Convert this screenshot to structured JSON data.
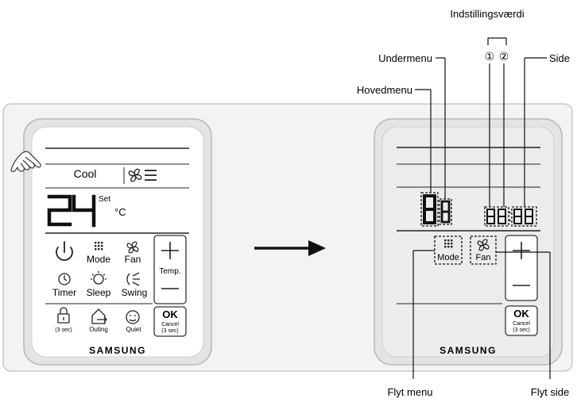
{
  "callouts": {
    "setting_value": "Indstillingsværdi",
    "setting_value_1": "①",
    "setting_value_2": "②",
    "submenu": "Undermenu",
    "side": "Side",
    "main_menu": "Hovedmenu",
    "move_menu": "Flyt menu",
    "move_side": "Flyt side"
  },
  "left_remote": {
    "mode_display": "Cool",
    "temperature": "24",
    "set_label": "Set",
    "unit": "°C",
    "buttons": {
      "mode": "Mode",
      "fan": "Fan",
      "temp": "Temp.",
      "timer": "Timer",
      "sleep": "Sleep",
      "swing": "Swing",
      "lock_hint": "(3 sec)",
      "outing": "Outing",
      "quiet": "Quiet",
      "ok": "OK",
      "cancel": "Cancel",
      "cancel_hint": "(3 sec)"
    },
    "brand": "SAMSUNG"
  },
  "right_remote": {
    "main_digit": "8",
    "sub_digit": "8",
    "setting_digits": "88",
    "side_digits": "88",
    "buttons": {
      "mode": "Mode",
      "fan": "Fan",
      "ok": "OK",
      "cancel": "Cancel",
      "cancel_hint": "(3 sec)"
    },
    "brand": "SAMSUNG"
  },
  "colors": {
    "panel_bg": "#f2f2f2",
    "panel_border": "#c9c9c9",
    "remote_body": "#ececec",
    "screen": "#ffffff",
    "ink": "#1a1a1a",
    "highlight_box": "#1a1a1a"
  },
  "icons": [
    "hand-pointer-icon",
    "fan-icon",
    "menu-lines-icon",
    "power-icon",
    "mode-grid-icon",
    "timer-icon",
    "sleep-icon",
    "swing-icon",
    "lock-icon",
    "outing-icon",
    "quiet-icon",
    "plus-icon",
    "minus-icon",
    "right-arrow-icon"
  ]
}
